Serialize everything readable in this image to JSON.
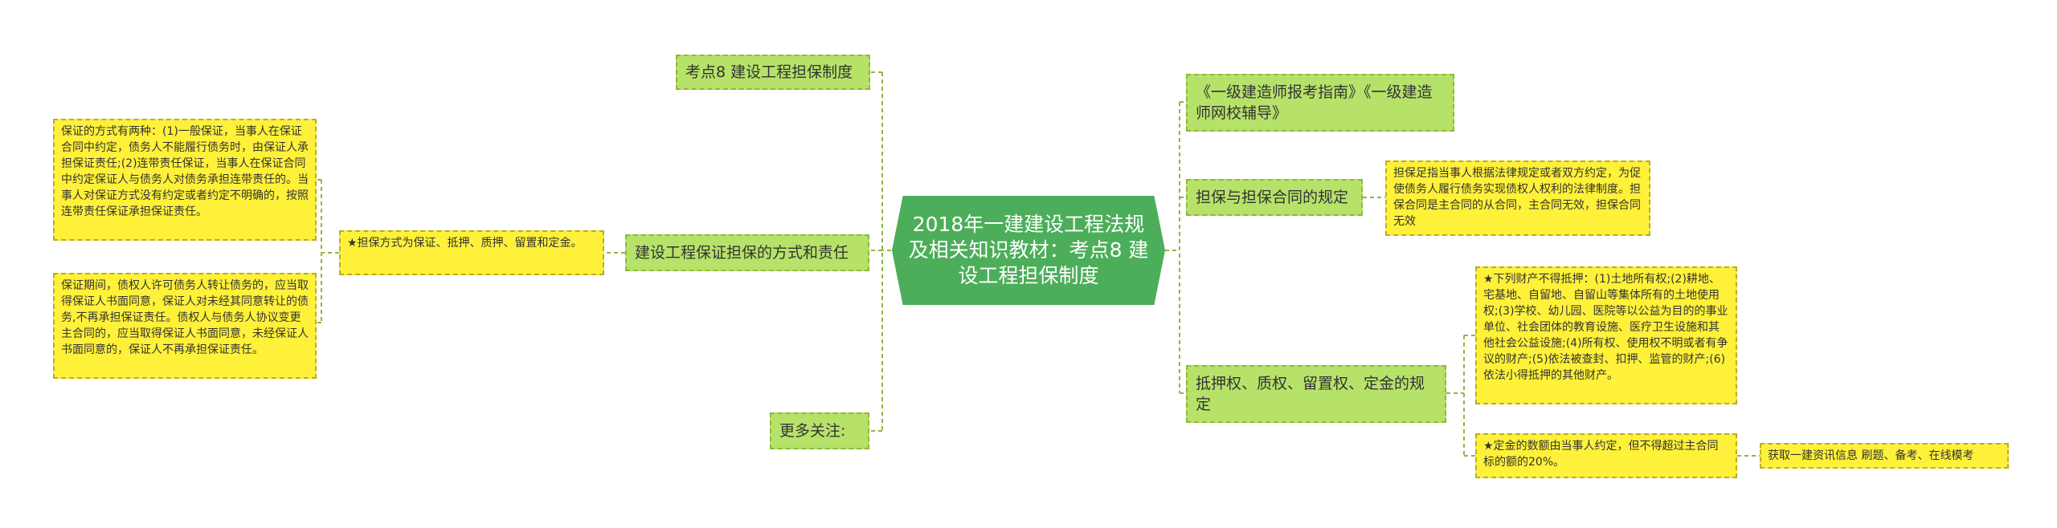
{
  "root": {
    "label": "2018年一建建设工程法规及相关知识教材：考点8 建设工程担保制度"
  },
  "left": {
    "topic_kaodian": "考点8 建设工程担保制度",
    "topic_fangshi": "建设工程保证担保的方式和责任",
    "topic_guanzhu": "更多关注:",
    "leaf_danbao_fangshi": "★担保方式为保证、抵押、质押、留置和定金。",
    "leaf_baozheng_fangshi": "保证的方式有两种：(1)一般保证，当事人在保证合同中约定，债务人不能履行债务时，由保证人承担保证责任;(2)连带责任保证，当事人在保证合同中约定保证人与债务人对债务承担连带责任的。当事人对保证方式没有约定或者约定不明确的，按照连带责任保证承担保证责任。",
    "leaf_baozheng_qijian": "保证期间，债权人许可债务人转让债务的，应当取得保证人书面同意，保证人对未经其同意转让的债务,不再承担保证责任。债权人与债务人协议变更主合同的，应当取得保证人书面同意，未经保证人书面同意的，保证人不再承担保证责任。"
  },
  "right": {
    "topic_zhinan": "《一级建造师报考指南》《一级建造师网校辅导》",
    "topic_hetong": "担保与担保合同的规定",
    "topic_diya": "抵押权、质权、留置权、定金的规定",
    "leaf_hetong": "担保足指当事人根据法律规定或者双方约定，为促使债务人履行债务实现债权人权利的法律制度。担保合同是主合同的从合同，主合同无效，担保合同无效",
    "leaf_bude_diya": "★下列财产不得抵押：(1)土地所有权;(2)耕地、宅基地、自留地、自留山等集体所有的土地使用权;(3)学校、幼儿园、医院等以公益为目的的事业单位、社会团体的教育设施、医疗卫生设施和其他社会公益设施;(4)所有权、使用权不明或者有争议的财产;(5)依法被查封、扣押、监管的财产;(6)依法小得抵押的其他财产。",
    "leaf_dingjin": "★定金的数额由当事人约定，但不得超过主合同标的额的20%。",
    "leaf_zixun": "获取一建资讯信息 刷题、备考、在线模考"
  },
  "colors": {
    "root": "#4cae5a",
    "branch": "#b6e26a",
    "leaf": "#fff13a",
    "line": "#8fb83a"
  }
}
